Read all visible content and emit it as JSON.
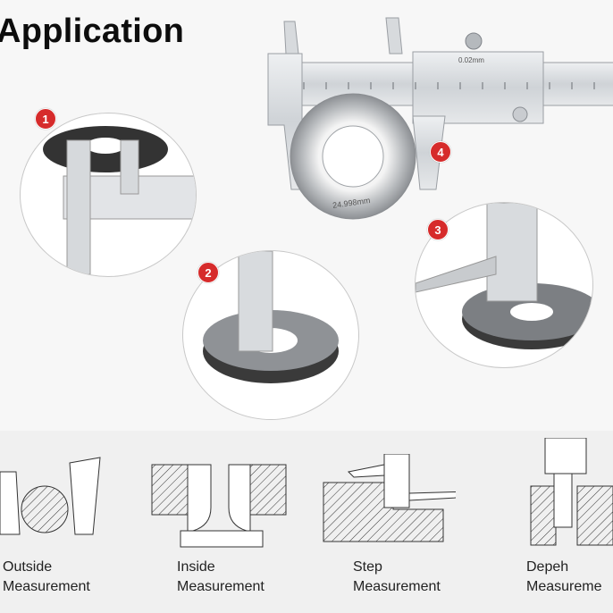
{
  "title": "Application",
  "badges": [
    "1",
    "2",
    "3",
    "4"
  ],
  "caliper": {
    "brand_text": "0.02mm",
    "ring_text": "24.998mm"
  },
  "methods": [
    {
      "line1": "Outside",
      "line2": "Measurement"
    },
    {
      "line1": "Inside",
      "line2": "Measurement"
    },
    {
      "line1": "Step",
      "line2": "Measurement"
    },
    {
      "line1": "Depeh",
      "line2": "Measureme"
    }
  ],
  "colors": {
    "badge": "#d62b2b",
    "steel": "#d9dcdf",
    "ring_dark": "#3a3a3a"
  }
}
